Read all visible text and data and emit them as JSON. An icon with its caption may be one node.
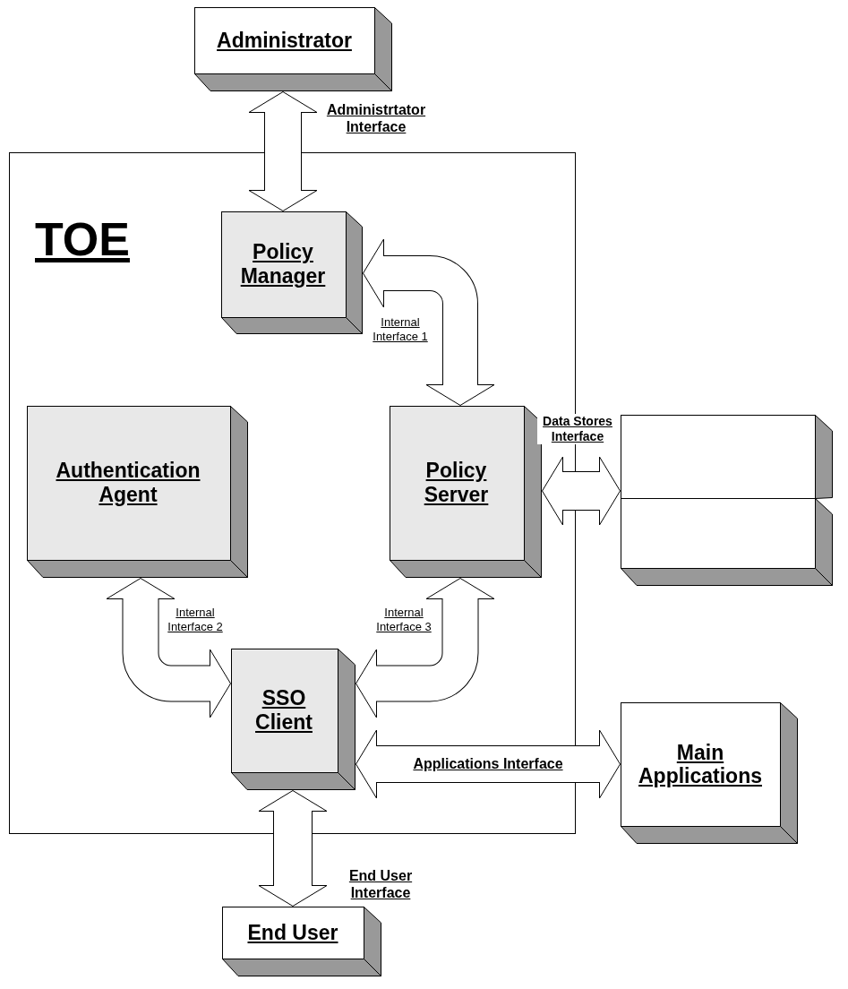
{
  "diagram": {
    "nodes": [
      {
        "text": [
          "TOE"
        ]
      },
      {
        "text": [
          "Administrator"
        ]
      },
      {
        "text": [
          "Policy Manager"
        ],
        "in": 0
      },
      {
        "text": [
          "Authentication Agent"
        ],
        "in": 0
      },
      {
        "text": [
          "Policy Server"
        ],
        "in": 0
      },
      {
        "text": [
          "SSO Client"
        ],
        "in": 0
      },
      {
        "text": [],
        "shape": "box"
      },
      {
        "text": [],
        "shape": "box"
      },
      {
        "text": [
          "Main Applications"
        ]
      },
      {
        "text": [
          "End User"
        ]
      }
    ],
    "edges": [
      {
        "from": 1,
        "to": 2,
        "arrow": "both",
        "label": "Administrtator Interface"
      },
      {
        "from": 2,
        "to": 4,
        "arrow": "both",
        "label": "Internal Interface 1"
      },
      {
        "from": 4,
        "to": 6,
        "arrow": "both",
        "label": "Data Stores Interface"
      },
      {
        "from": 4,
        "to": 7,
        "arrow": "both"
      },
      {
        "from": 3,
        "to": 5,
        "arrow": "both",
        "label": "Internal Interface 2"
      },
      {
        "from": 5,
        "to": 4,
        "arrow": "both",
        "label": "Internal Interface 3"
      },
      {
        "from": 5,
        "to": 8,
        "arrow": "both",
        "label": "Applications Interface"
      },
      {
        "from": 5,
        "to": 9,
        "arrow": "both",
        "label": "End User Interface"
      }
    ]
  }
}
